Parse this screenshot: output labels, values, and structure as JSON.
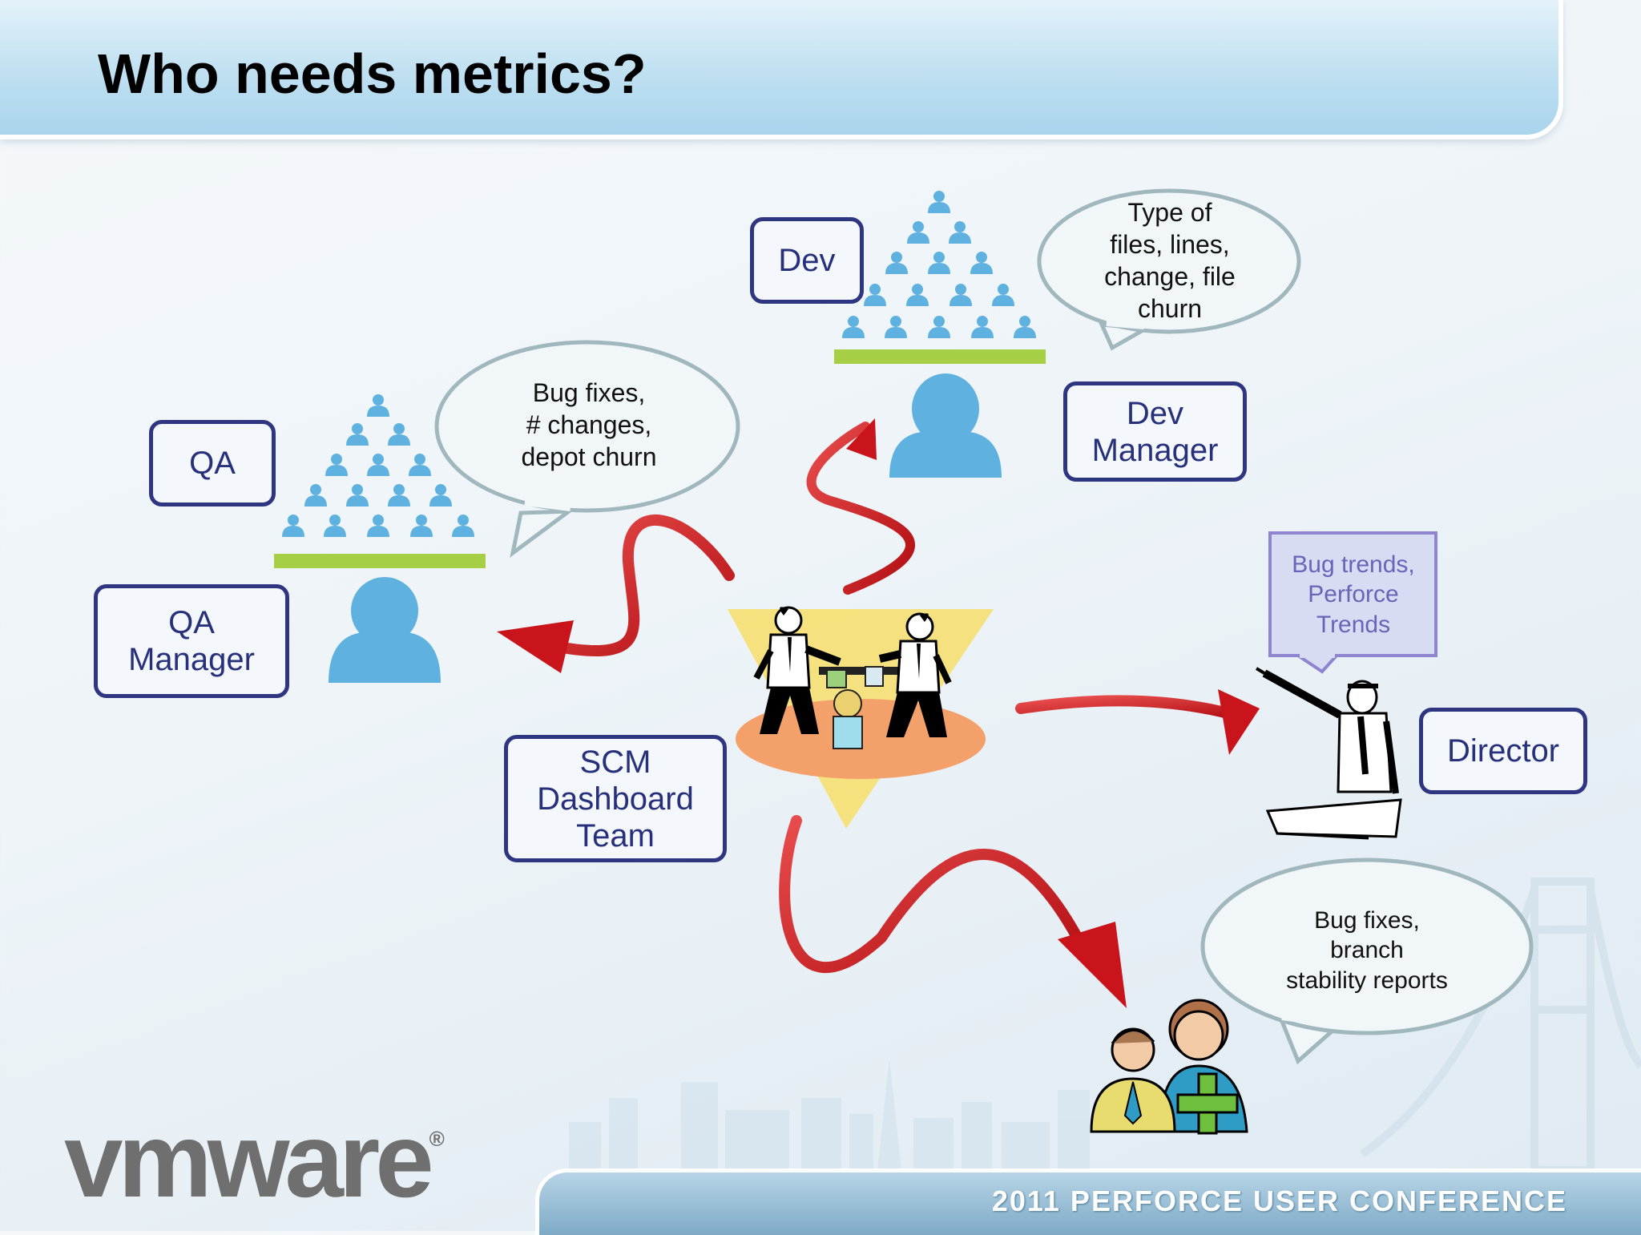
{
  "header": {
    "title": "Who needs metrics?"
  },
  "roles": {
    "qa": "QA",
    "qa_manager": [
      "QA",
      "Manager"
    ],
    "dev": "Dev",
    "dev_manager": [
      "Dev",
      "Manager"
    ],
    "scm_team": [
      "SCM",
      "Dashboard",
      "Team"
    ],
    "director": "Director"
  },
  "callouts": {
    "qa_metrics": [
      "Bug fixes,",
      "# changes,",
      "depot churn"
    ],
    "dev_metrics": [
      "Type of",
      "files, lines,",
      "change, file",
      "churn"
    ],
    "director_metrics": [
      "Bug trends,",
      "Perforce",
      "Trends"
    ],
    "release_metrics": [
      "Bug fixes,",
      "branch",
      "stability reports"
    ]
  },
  "footer": {
    "logo": "vmware",
    "logo_mark": "®",
    "conference": "2011 PERFORCE USER CONFERENCE"
  },
  "colors": {
    "label_border": "#2e3681",
    "label_text": "#27307a",
    "person_blue": "#5fb1e0",
    "platform_green": "#a6cf45",
    "arrow_red": "#d0141a",
    "director_note_bg": "#d7dcf2",
    "director_note_border": "#8e84cf"
  }
}
